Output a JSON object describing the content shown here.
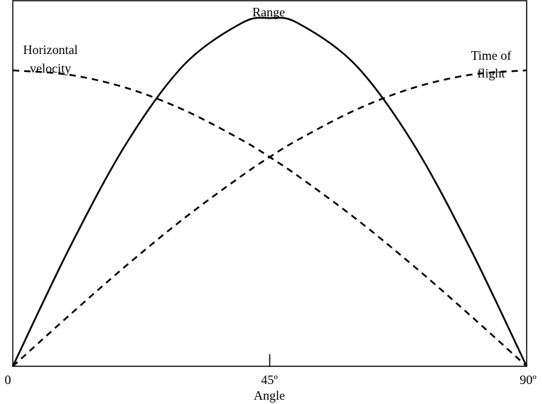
{
  "chart_data": {
    "type": "line",
    "xlabel": "Angle",
    "x_ticks": [
      {
        "value": 0,
        "label": "0"
      },
      {
        "value": 45,
        "label": "45º"
      },
      {
        "value": 90,
        "label": "90º"
      }
    ],
    "xlim": [
      0,
      90
    ],
    "ylim": [
      0,
      1.05
    ],
    "grid": false,
    "series": [
      {
        "name": "Range",
        "style": "solid",
        "x": [
          0,
          10,
          20,
          30,
          40,
          45,
          50,
          60,
          70,
          80,
          90
        ],
        "y": [
          0,
          0.342,
          0.643,
          0.866,
          0.985,
          1.0,
          0.985,
          0.866,
          0.643,
          0.342,
          0
        ]
      },
      {
        "name_lines": [
          "Horizontal",
          "velocity"
        ],
        "style": "dashed",
        "x": [
          0,
          10,
          20,
          30,
          40,
          45,
          50,
          60,
          70,
          80,
          90
        ],
        "y": [
          0.85,
          0.837,
          0.799,
          0.736,
          0.651,
          0.601,
          0.546,
          0.425,
          0.291,
          0.148,
          0
        ]
      },
      {
        "name_lines": [
          "Time of",
          "flight"
        ],
        "style": "dashed",
        "x": [
          0,
          10,
          20,
          30,
          40,
          45,
          50,
          60,
          70,
          80,
          90
        ],
        "y": [
          0,
          0.148,
          0.291,
          0.425,
          0.546,
          0.601,
          0.651,
          0.736,
          0.799,
          0.837,
          0.85
        ]
      }
    ]
  }
}
